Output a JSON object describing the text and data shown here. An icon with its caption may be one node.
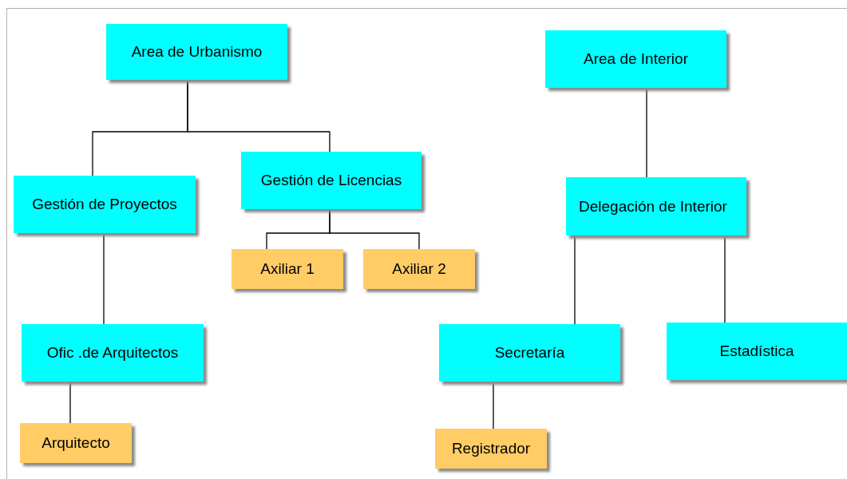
{
  "diagram": {
    "nodes": [
      {
        "text": [
          "Area de Urbanismo"
        ]
      },
      {
        "text": [
          "Gestión de Proyectos"
        ]
      },
      {
        "text": [
          "Gestión de Licencias"
        ]
      },
      {
        "text": [
          "Axiliar 1"
        ]
      },
      {
        "text": [
          "Axiliar 2"
        ]
      },
      {
        "text": [
          "Ofic .de Arquitectos"
        ]
      },
      {
        "text": [
          "Arquitecto"
        ]
      },
      {
        "text": [
          "Area de Interior"
        ]
      },
      {
        "text": [
          "Delegación de Interior"
        ]
      },
      {
        "text": [
          "Secretaría"
        ]
      },
      {
        "text": [
          "Estadística"
        ]
      },
      {
        "text": [
          "Registrador"
        ]
      }
    ],
    "edges": [
      {
        "from": 0,
        "to": 1,
        "arrow": "none"
      },
      {
        "from": 0,
        "to": 2,
        "arrow": "none"
      },
      {
        "from": 2,
        "to": 3,
        "arrow": "none"
      },
      {
        "from": 2,
        "to": 4,
        "arrow": "none"
      },
      {
        "from": 1,
        "to": 5,
        "arrow": "none"
      },
      {
        "from": 5,
        "to": 6,
        "arrow": "none"
      },
      {
        "from": 7,
        "to": 8,
        "arrow": "none"
      },
      {
        "from": 8,
        "to": 9,
        "arrow": "none"
      },
      {
        "from": 8,
        "to": 10,
        "arrow": "none"
      },
      {
        "from": 9,
        "to": 11,
        "arrow": "none"
      }
    ]
  }
}
